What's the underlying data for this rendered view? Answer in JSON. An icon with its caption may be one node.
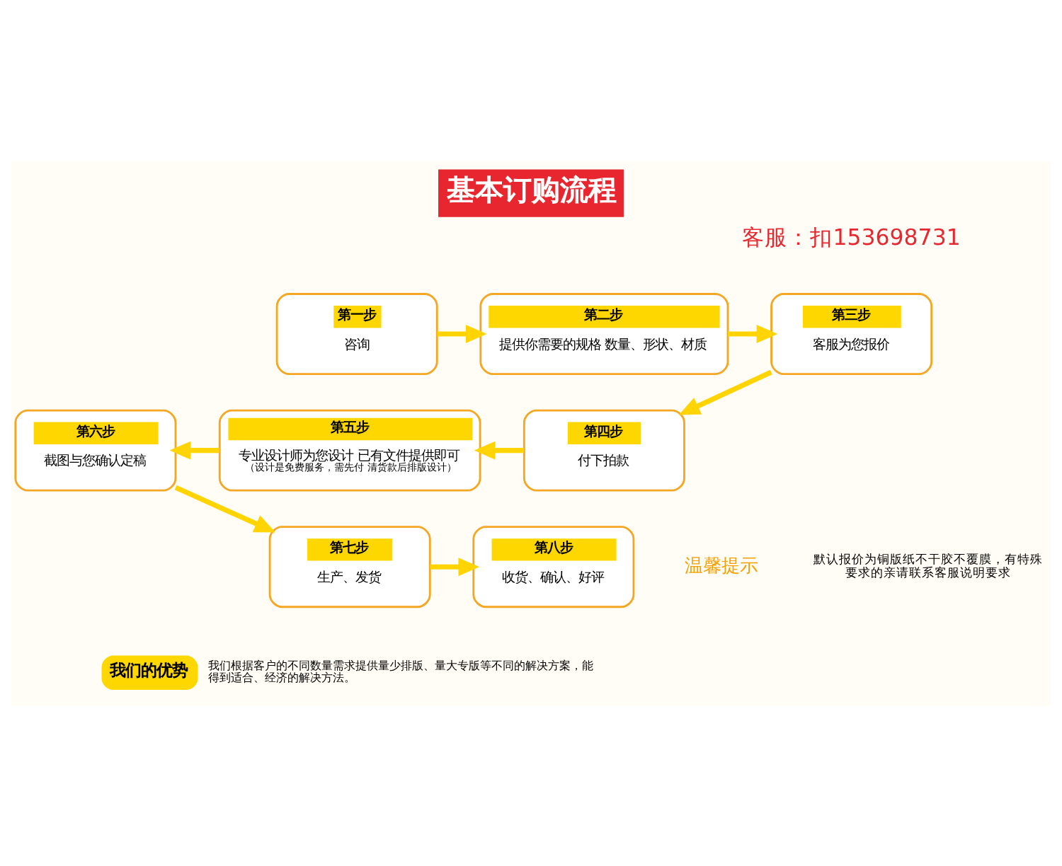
{
  "diagram": {
    "title": "基本订购流程",
    "nodes": [
      {
        "text": [
          "第一步",
          "咨询"
        ]
      },
      {
        "text": [
          "第二步",
          "提供你需要的规格 数量、形状、材质"
        ]
      },
      {
        "text": [
          "第三步",
          "客服为您报价"
        ]
      },
      {
        "text": [
          "第四步",
          "付下拍款"
        ]
      },
      {
        "text": [
          "第五步",
          "专业设计师为您设计 已有文件提供即可",
          "（设计是免费服务，需先付 清货款后排版设计）"
        ]
      },
      {
        "text": [
          "第六步",
          "截图与您确认定稿"
        ]
      },
      {
        "text": [
          "第七步",
          "生产、发货"
        ]
      },
      {
        "text": [
          "第八步",
          "收货、确认、好评"
        ]
      },
      {
        "text": [
          "我们的优势"
        ],
        "beside": [
          "我们根据客户的不同数量需求提供量少排版、量大专版等不同的解决方案，能得到适合、经济的解决方法。"
        ]
      }
    ],
    "edges": [
      {
        "from": 0,
        "to": 1,
        "arrow": "to"
      },
      {
        "from": 1,
        "to": 2,
        "arrow": "to"
      },
      {
        "from": 2,
        "to": 3,
        "arrow": "to"
      },
      {
        "from": 3,
        "to": 4,
        "arrow": "to"
      },
      {
        "from": 4,
        "to": 5,
        "arrow": "to"
      },
      {
        "from": 5,
        "to": 6,
        "arrow": "to"
      },
      {
        "from": 6,
        "to": 7,
        "arrow": "to"
      }
    ],
    "labels": [
      "客服：扣153698731",
      "温馨提示",
      "默认报价为铜版纸不干胶不覆膜，有特殊要求的亲请联系客服说明要求"
    ]
  }
}
